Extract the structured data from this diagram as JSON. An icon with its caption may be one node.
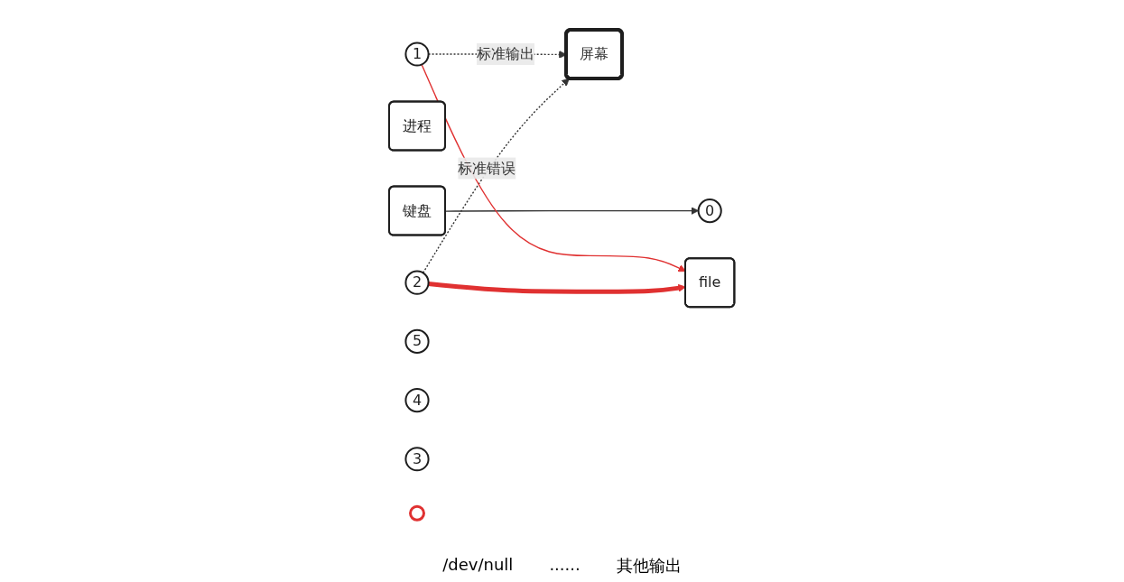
{
  "diagram": {
    "nodes": [
      {
        "text": [
          "键盘"
        ]
      },
      {
        "text": [
          "进程"
        ]
      },
      {
        "text": [
          "0"
        ]
      },
      {
        "text": [
          "1"
        ]
      },
      {
        "text": [
          "2"
        ]
      },
      {
        "text": [
          "5"
        ]
      },
      {
        "text": [
          "4"
        ]
      },
      {
        "text": [
          "3"
        ]
      },
      {
        "text": [
          "屏幕"
        ]
      },
      {
        "text": [
          "file"
        ]
      },
      {
        "text": [],
        "shape": "circle"
      }
    ],
    "edges": [
      {
        "from": 0,
        "to": 2,
        "arrow": "to"
      },
      {
        "from": 3,
        "to": 8,
        "arrow": "to",
        "style": "dashed",
        "label": "标准输出"
      },
      {
        "from": 4,
        "to": 8,
        "arrow": "to",
        "style": "dashed",
        "label": "标准错误"
      },
      {
        "from": 3,
        "to": 9,
        "arrow": "to",
        "color": "#e03131"
      },
      {
        "from": 4,
        "to": 9,
        "arrow": "to",
        "style": "thick",
        "color": "#e03131"
      }
    ],
    "labels": [
      "/dev/null",
      "......",
      "其他输出"
    ]
  }
}
